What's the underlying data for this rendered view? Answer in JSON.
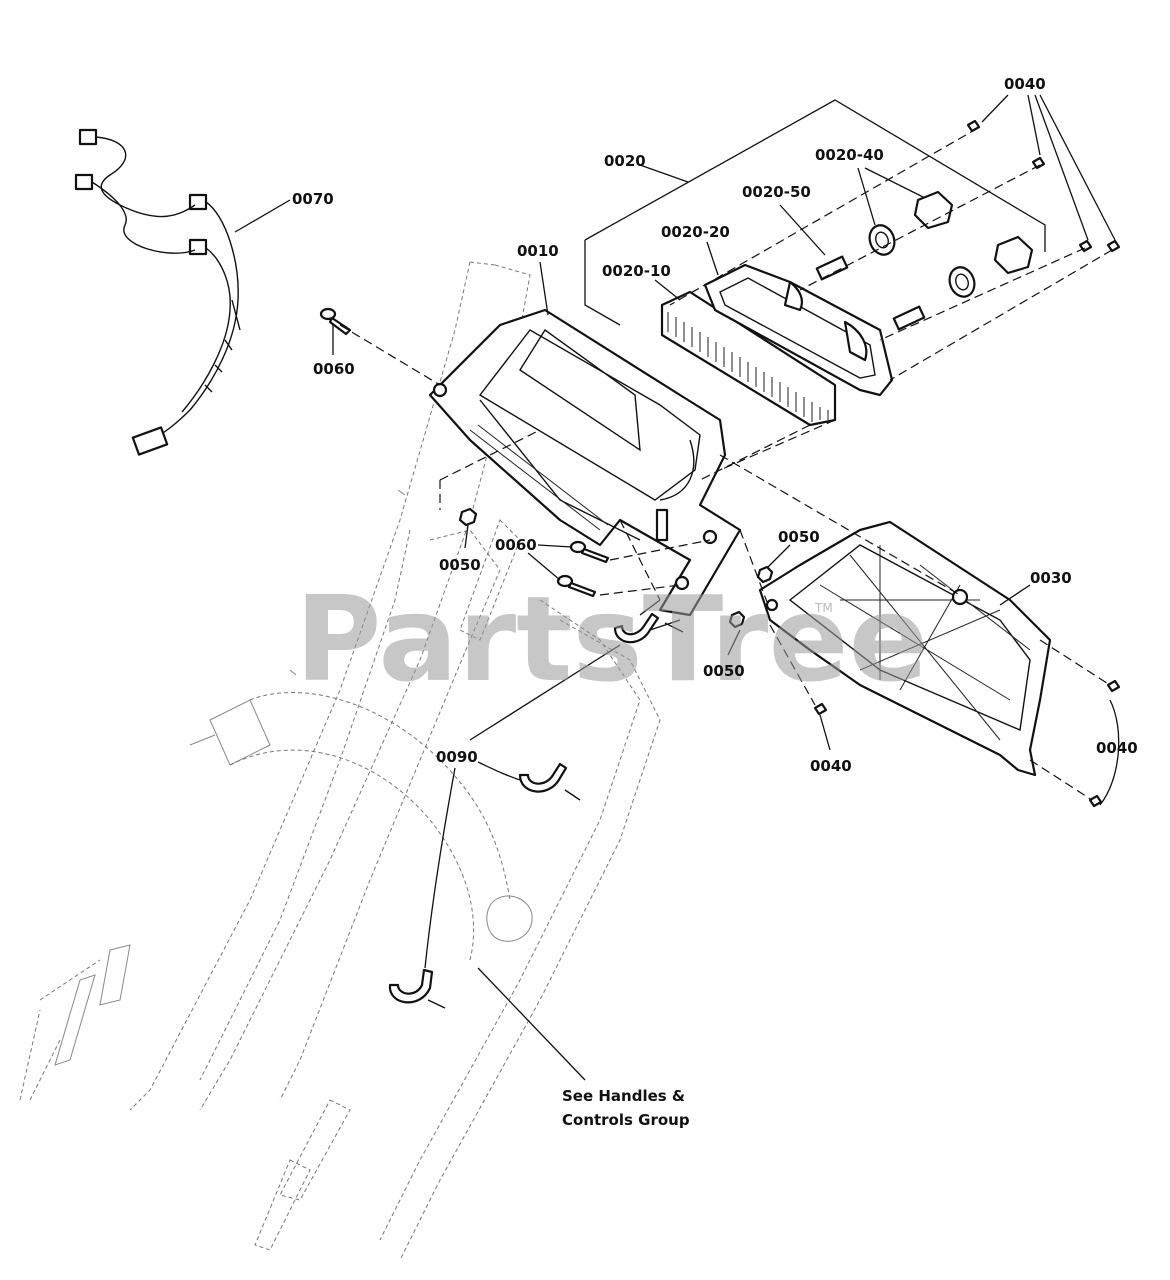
{
  "labels": {
    "p0010": "0010",
    "p0020": "0020",
    "p0020_10": "0020-10",
    "p0020_20": "0020-20",
    "p0020_40": "0020-40",
    "p0020_50": "0020-50",
    "p0030": "0030",
    "p0040_top": "0040",
    "p0040_mid": "0040",
    "p0040_right": "0040",
    "p0050_left": "0050",
    "p0050_mid": "0050",
    "p0050_low": "0050",
    "p0060_left": "0060",
    "p0060_mid": "0060",
    "p0070": "0070",
    "p0090": "0090"
  },
  "note": {
    "line1": "See Handles &",
    "line2": "Controls Group"
  },
  "watermark": {
    "text": "PartsTree",
    "tm": "TM"
  }
}
